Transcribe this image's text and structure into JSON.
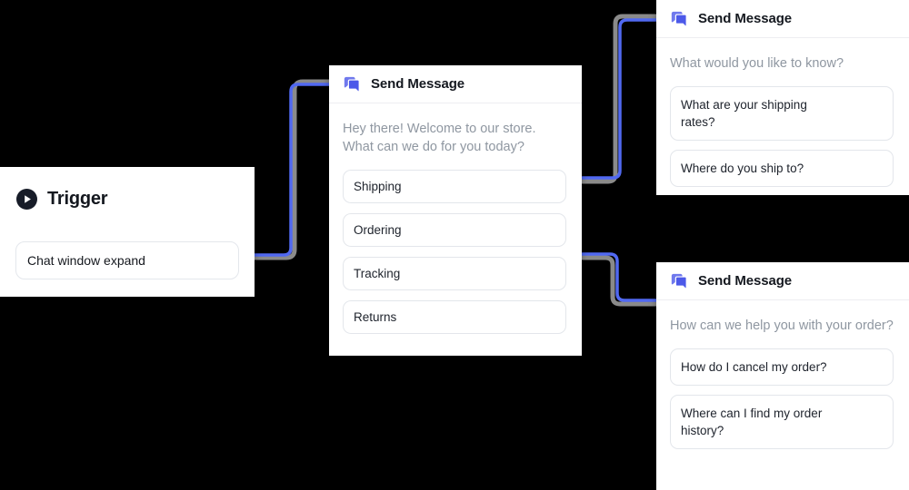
{
  "canvas": {
    "background": "#000000"
  },
  "palette": {
    "connector_blue": "#5169f1",
    "connector_gray": "#8a8a8a",
    "node_background": "#ffffff",
    "title_text": "#14181f",
    "muted_text": "#8f97a1",
    "button_text": "#20252e",
    "button_border": "#e3e6eb",
    "message_icon_front": "#4c59e9",
    "message_icon_back": "#7079ed",
    "trigger_icon_background": "#171c28"
  },
  "nodes": {
    "trigger": {
      "title": "Trigger",
      "icon": "play-circle-icon",
      "event": "Chat window expand"
    },
    "welcome": {
      "title": "Send Message",
      "icon": "chat-bubbles-icon",
      "message": "Hey there! Welcome to our store. What can we do for you today?",
      "buttons": [
        "Shipping",
        "Ordering",
        "Tracking",
        "Returns"
      ]
    },
    "shipping": {
      "title": "Send Message",
      "icon": "chat-bubbles-icon",
      "message": "What would you like to know?",
      "buttons": [
        "What are your shipping rates?",
        "Where do you ship to?"
      ]
    },
    "orders": {
      "title": "Send Message",
      "icon": "chat-bubbles-icon",
      "message": "How can we help you with your order?",
      "buttons": [
        "How do I cancel my order?",
        "Where can I find my order history?"
      ]
    }
  },
  "connectors": [
    {
      "from": "trigger",
      "to": "welcome"
    },
    {
      "from": "welcome/Shipping",
      "to": "shipping"
    },
    {
      "from": "welcome/Ordering",
      "to": "orders"
    }
  ]
}
